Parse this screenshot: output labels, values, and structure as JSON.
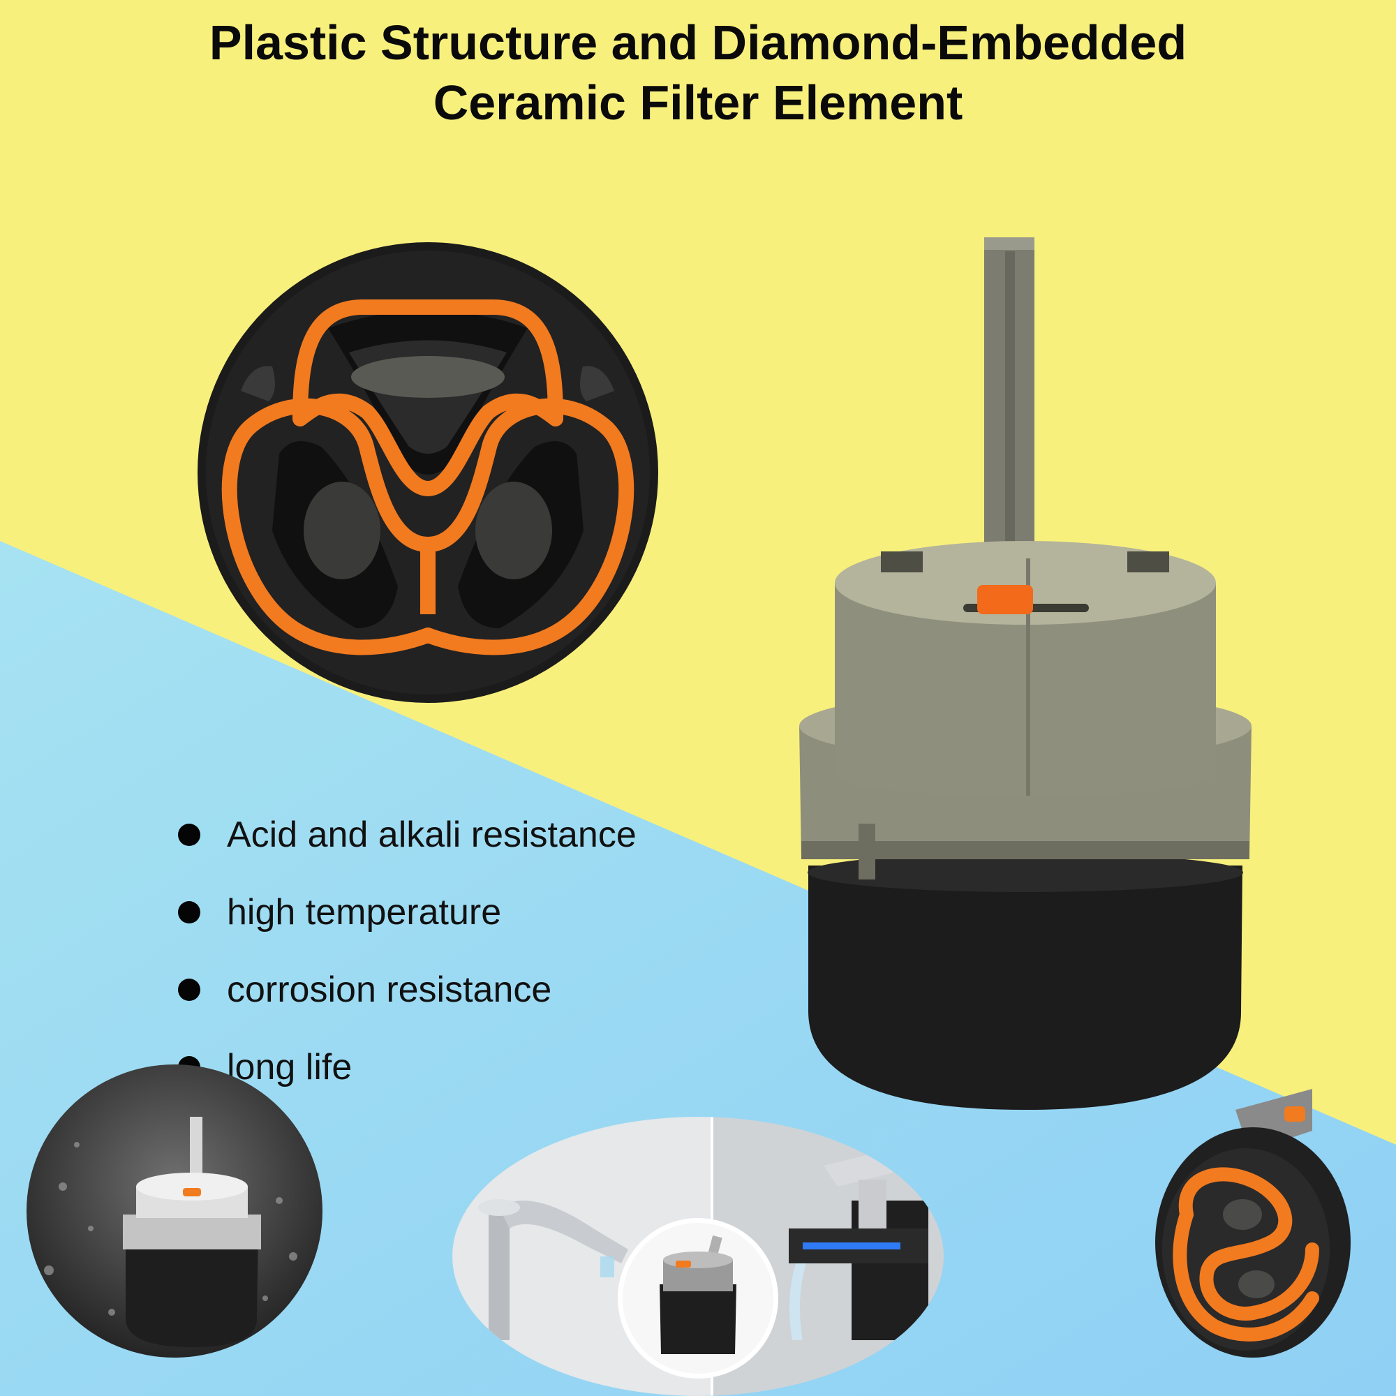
{
  "title_line1": "Plastic Structure and Diamond-Embedded",
  "title_line2": "Ceramic Filter Element",
  "features": [
    "Acid and alkali resistance",
    "high temperature",
    "corrosion resistance",
    "long life"
  ],
  "colors": {
    "yellow": "#f8f07c",
    "blue": "#95d8f0",
    "orange": "#f27a1f",
    "rubber_black": "#1a1a1a",
    "metal_gray": "#8b8b7b"
  }
}
